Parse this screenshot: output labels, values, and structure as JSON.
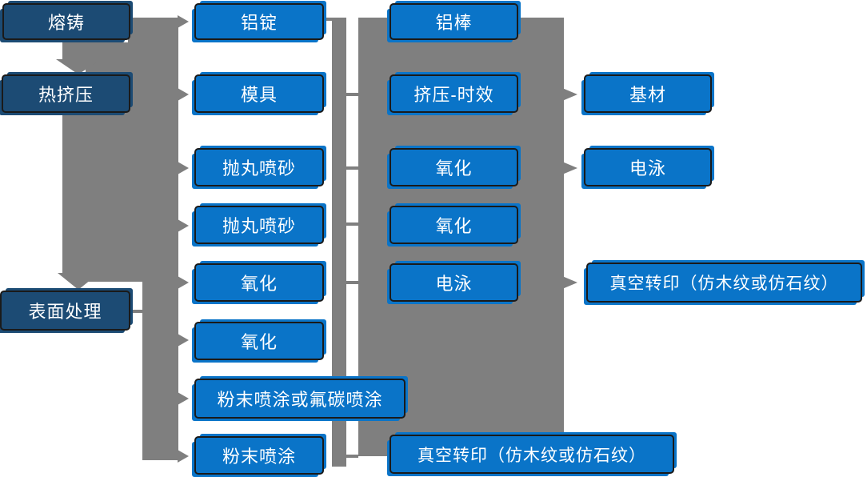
{
  "diagram": {
    "nodes": [
      {
        "id": "rongzhu",
        "label": "熔铸",
        "variant": "dark"
      },
      {
        "id": "rejiya",
        "label": "热挤压",
        "variant": "dark"
      },
      {
        "id": "biaomianchuli",
        "label": "表面处理",
        "variant": "dark"
      },
      {
        "id": "lvding",
        "label": "铝锭",
        "variant": "light"
      },
      {
        "id": "muju",
        "label": "模具",
        "variant": "light"
      },
      {
        "id": "paowanpensha-1",
        "label": "抛丸喷砂",
        "variant": "light"
      },
      {
        "id": "paowanpensha-2",
        "label": "抛丸喷砂",
        "variant": "light"
      },
      {
        "id": "yanghua-1",
        "label": "氧化",
        "variant": "light"
      },
      {
        "id": "yanghua-2",
        "label": "氧化",
        "variant": "light"
      },
      {
        "id": "fenmo-futan",
        "label": "粉末喷涂或氟碳喷涂",
        "variant": "light"
      },
      {
        "id": "fenmo",
        "label": "粉末喷涂",
        "variant": "light"
      },
      {
        "id": "lvbang",
        "label": "铝棒",
        "variant": "light"
      },
      {
        "id": "jiya-shixiao",
        "label": "挤压-时效",
        "variant": "light"
      },
      {
        "id": "yanghua-3",
        "label": "氧化",
        "variant": "light"
      },
      {
        "id": "yanghua-4",
        "label": "氧化",
        "variant": "light"
      },
      {
        "id": "dianyong-1",
        "label": "电泳",
        "variant": "light"
      },
      {
        "id": "jicai",
        "label": "基材",
        "variant": "light"
      },
      {
        "id": "dianyong-2",
        "label": "电泳",
        "variant": "light"
      },
      {
        "id": "zhenkong-1",
        "label": "真空转印（仿木纹或仿石纹）",
        "variant": "light"
      },
      {
        "id": "zhenkong-2",
        "label": "真空转印（仿木纹或仿石纹）",
        "variant": "light"
      }
    ],
    "colors": {
      "dark_box": "#1C4B74",
      "light_box": "#0A74C8",
      "connector": "#7F7F7F",
      "box_border": "#1A1A1A",
      "text": "#FFFFFF",
      "background": "#FFFFFF"
    }
  }
}
